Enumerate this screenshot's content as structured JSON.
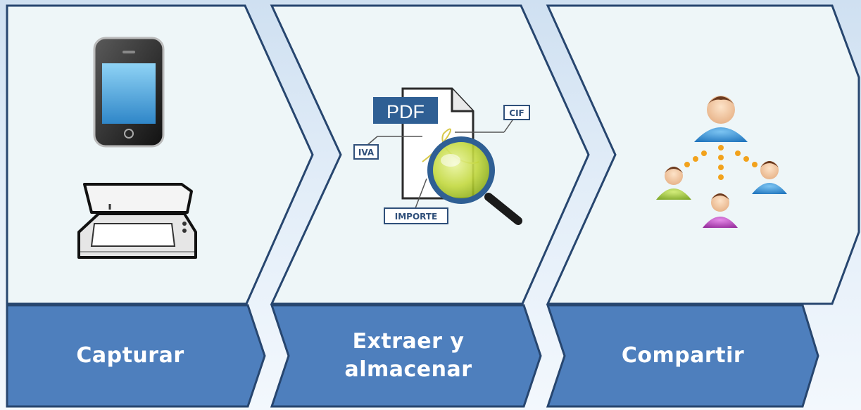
{
  "steps": [
    {
      "label": "Capturar",
      "label_lines": [
        "Capturar"
      ]
    },
    {
      "label": "Extraer y almacenar",
      "label_lines": [
        "Extraer y",
        "almacenar"
      ]
    },
    {
      "label": "Compartir",
      "label_lines": [
        "Compartir"
      ]
    }
  ],
  "document_icon": {
    "badge": "PDF",
    "tags": {
      "iva": "IVA",
      "cif": "CIF",
      "importe": "IMPORTE"
    }
  },
  "colors": {
    "panel_fill": "#eef6f8",
    "panel_stroke": "#27466f",
    "label_fill": "#4e7fbd",
    "label_stroke": "#27466f",
    "pdf_badge": "#2f5f94",
    "lens_green": "#b8d23a",
    "user_blue": "#3a8fd0",
    "user_green": "#9ac23c",
    "user_purple": "#b24ab8",
    "dot_orange": "#f2a21c"
  },
  "icons": [
    "smartphone-icon",
    "scanner-icon",
    "pdf-document-icon",
    "magnifier-icon",
    "user-network-icon"
  ]
}
